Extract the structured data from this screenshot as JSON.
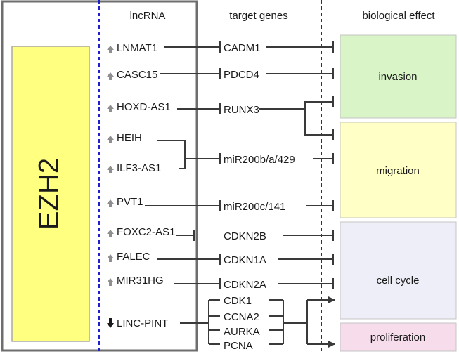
{
  "headers": {
    "lncrna": "lncRNA",
    "target_genes": "target genes",
    "biological_effect": "biological effect"
  },
  "enzyme": {
    "label": "EZH2",
    "color": "#ffff80"
  },
  "lncrnas": [
    {
      "name": "LNMAT1",
      "direction": "up"
    },
    {
      "name": "CASC15",
      "direction": "up"
    },
    {
      "name": "HOXD-AS1",
      "direction": "up"
    },
    {
      "name": "HEIH",
      "direction": "up"
    },
    {
      "name": "ILF3-AS1",
      "direction": "up"
    },
    {
      "name": "PVT1",
      "direction": "up"
    },
    {
      "name": "FOXC2-AS1",
      "direction": "up"
    },
    {
      "name": "FALEC",
      "direction": "up"
    },
    {
      "name": "MIR31HG",
      "direction": "up"
    },
    {
      "name": "LINC-PINT",
      "direction": "down"
    }
  ],
  "targets": [
    "CADM1",
    "PDCD4",
    "RUNX3",
    "miR200b/a/429",
    "miR200c/141",
    "CDKN2B",
    "CDKN1A",
    "CDKN2A",
    "CDK1",
    "CCNA2",
    "AURKA",
    "PCNA"
  ],
  "effects": [
    {
      "label": "invasion",
      "color": "#d9f5c7"
    },
    {
      "label": "migration",
      "color": "#ffffc6"
    },
    {
      "label": "cell cycle",
      "color": "#eeeef8"
    },
    {
      "label": "proliferation",
      "color": "#f7dcec"
    }
  ],
  "colors": {
    "divider": "#1f1fd0",
    "frame": "#6e6e6e",
    "line": "#3a3a3a",
    "up_arrow": "#8f8f8f",
    "down_arrow": "#1a1a1a"
  }
}
